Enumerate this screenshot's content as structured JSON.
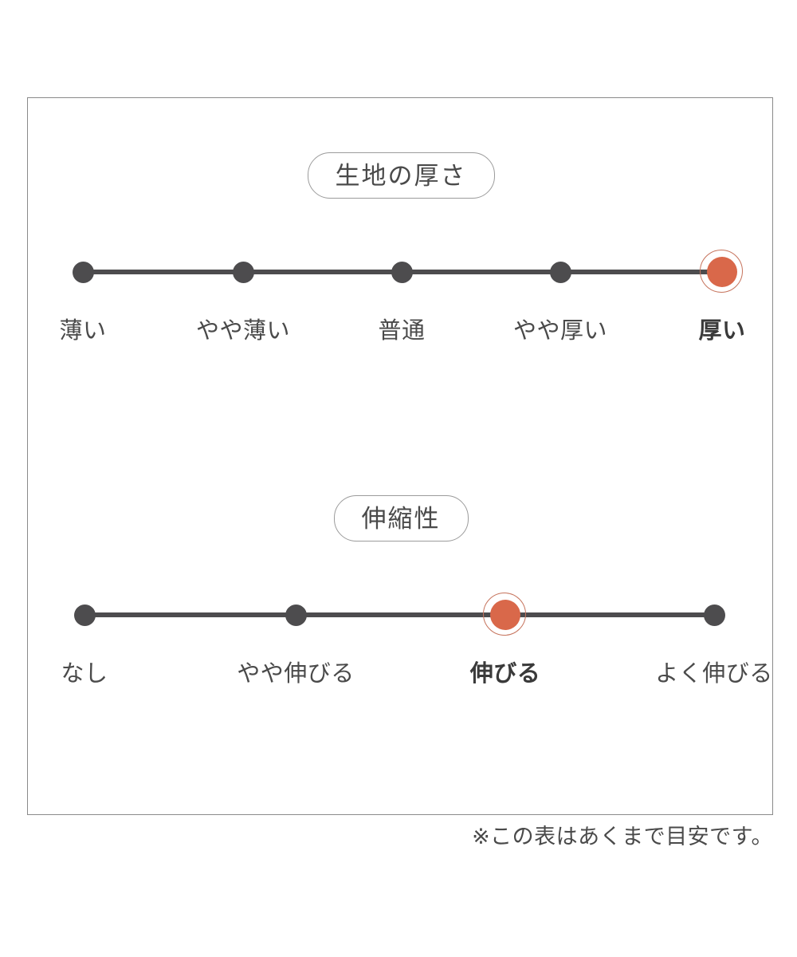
{
  "chart_data": {
    "type": "scatter",
    "title": "",
    "legend_position": "none",
    "grid": false,
    "charts": [
      {
        "id": "fabric-thickness",
        "badge_label": "生地の厚さ",
        "type": "ordinal-scale",
        "categories": [
          "薄い",
          "やや薄い",
          "普通",
          "やや厚い",
          "厚い"
        ],
        "values": [
          0,
          0,
          0,
          0,
          1
        ],
        "selected_index": 4,
        "selected_label": "厚い",
        "xlim": [
          0,
          4
        ],
        "ylabel": "",
        "xlabel": ""
      },
      {
        "id": "stretchiness",
        "badge_label": "伸縮性",
        "type": "ordinal-scale",
        "categories": [
          "なし",
          "やや伸びる",
          "伸びる",
          "よく伸びる"
        ],
        "values": [
          0,
          0,
          1,
          0
        ],
        "selected_index": 2,
        "selected_label": "伸びる",
        "xlim": [
          0,
          3
        ],
        "ylabel": "",
        "xlabel": ""
      }
    ]
  },
  "colors": {
    "accent": "#d9684a",
    "accent_ring": "#c6735c",
    "dot": "#4d4c4e",
    "track": "#4d4c4e",
    "frame_border": "#8a8a8a",
    "pill_border": "#9b9b9b",
    "text": "#4a4a4a",
    "background": "#ffffff"
  },
  "thickness": {
    "badge_label": "生地の厚さ",
    "items": [
      {
        "label": "薄い",
        "active": false
      },
      {
        "label": "やや薄い",
        "active": false
      },
      {
        "label": "普通",
        "active": false
      },
      {
        "label": "やや厚い",
        "active": false
      },
      {
        "label": "厚い",
        "active": true
      }
    ]
  },
  "stretch": {
    "badge_label": "伸縮性",
    "items": [
      {
        "label": "なし",
        "active": false
      },
      {
        "label": "やや伸びる",
        "active": false
      },
      {
        "label": "伸びる",
        "active": true
      },
      {
        "label": "よく伸びる",
        "active": false
      }
    ]
  },
  "footnote": "※この表はあくまで目安です。"
}
